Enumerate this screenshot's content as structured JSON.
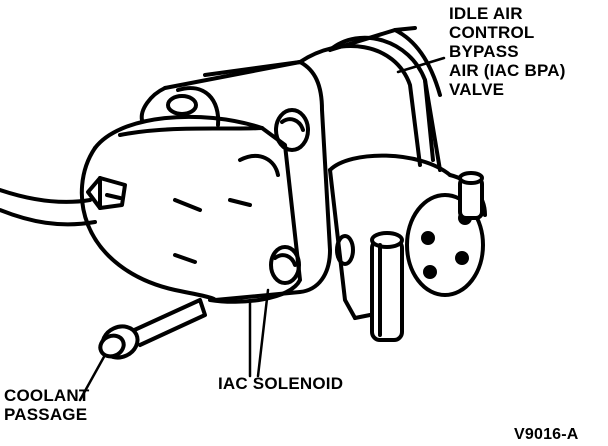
{
  "labels": {
    "iac_bpa_valve": [
      "IDLE AIR",
      "CONTROL",
      "BYPASS",
      "AIR (IAC BPA)",
      "VALVE"
    ],
    "coolant_passage": [
      "COOLANT",
      "PASSAGE"
    ],
    "iac_solenoid": "IAC SOLENOID",
    "figure_id": "V9016-A"
  }
}
